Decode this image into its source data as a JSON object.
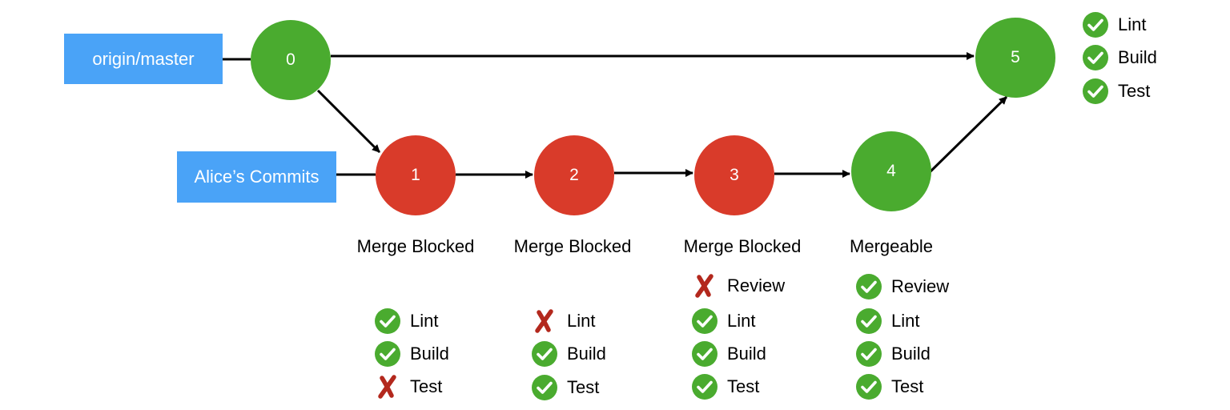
{
  "colors": {
    "pass": "#4aab2f",
    "fail": "#d93b2a",
    "branch": "#4aa3f7",
    "cross": "#b3281d"
  },
  "branches": {
    "master": "origin/master",
    "alice": "Alice’s Commits"
  },
  "nodes": [
    {
      "label": "0",
      "state": "pass"
    },
    {
      "label": "1",
      "state": "fail"
    },
    {
      "label": "2",
      "state": "fail"
    },
    {
      "label": "3",
      "state": "fail"
    },
    {
      "label": "4",
      "state": "pass"
    },
    {
      "label": "5",
      "state": "pass"
    }
  ],
  "statuses": {
    "c1": "Merge Blocked",
    "c2": "Merge Blocked",
    "c3": "Merge Blocked",
    "c4": "Mergeable"
  },
  "checks": {
    "c1": [
      {
        "label": "Lint",
        "status": "pass"
      },
      {
        "label": "Build",
        "status": "pass"
      },
      {
        "label": "Test",
        "status": "fail"
      }
    ],
    "c2": [
      {
        "label": "Lint",
        "status": "fail"
      },
      {
        "label": "Build",
        "status": "pass"
      },
      {
        "label": "Test",
        "status": "pass"
      }
    ],
    "c3": [
      {
        "label": "Review",
        "status": "fail"
      },
      {
        "label": "Lint",
        "status": "pass"
      },
      {
        "label": "Build",
        "status": "pass"
      },
      {
        "label": "Test",
        "status": "pass"
      }
    ],
    "c4": [
      {
        "label": "Review",
        "status": "pass"
      },
      {
        "label": "Lint",
        "status": "pass"
      },
      {
        "label": "Build",
        "status": "pass"
      },
      {
        "label": "Test",
        "status": "pass"
      }
    ],
    "c5": [
      {
        "label": "Lint",
        "status": "pass"
      },
      {
        "label": "Build",
        "status": "pass"
      },
      {
        "label": "Test",
        "status": "pass"
      }
    ]
  }
}
